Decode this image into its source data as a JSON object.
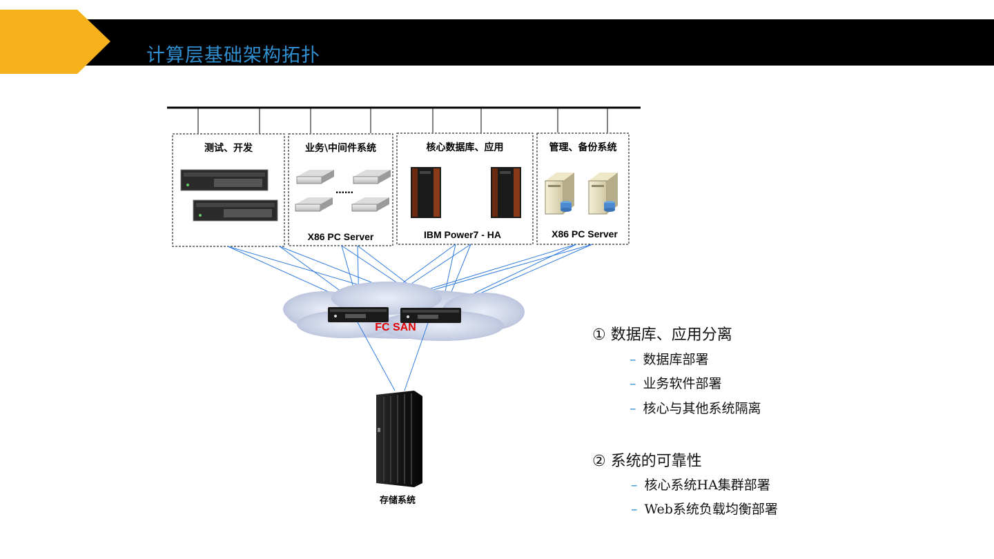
{
  "header": {
    "title": "计算层基础架构拓扑",
    "accent_color": "#f7b21b",
    "bar_color": "#000000",
    "title_color": "#2f8fd0"
  },
  "diagram": {
    "groups": [
      {
        "title": "测试、开发",
        "server_label": ""
      },
      {
        "title": "业务\\中间件系统",
        "ellipsis": "……",
        "server_label": "X86 PC Server"
      },
      {
        "title": "核心数据库、应用",
        "server_label": "IBM Power7 - HA"
      },
      {
        "title": "管理、备份系统",
        "server_label": "X86 PC Server"
      }
    ],
    "san_label": "FC SAN",
    "storage_label": "存储系统",
    "link_color": "#2e7be0"
  },
  "points": [
    {
      "title": "① 数据库、应用分离",
      "bullets": [
        "数据库部署",
        "业务软件部署",
        "核心与其他系统隔离"
      ]
    },
    {
      "title": "② 系统的可靠性",
      "bullets": [
        "核心系统HA集群部署",
        "Web系统负载均衡部署"
      ]
    }
  ],
  "bullet_dash": "–"
}
